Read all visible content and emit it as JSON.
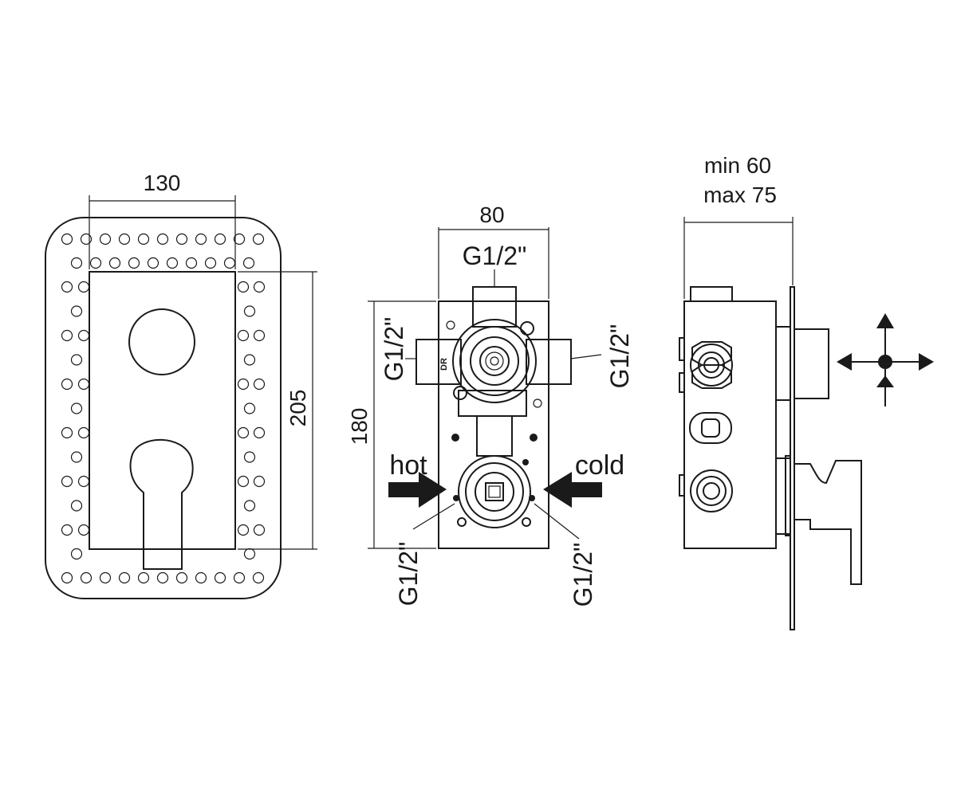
{
  "front_view": {
    "dim_width": "130",
    "dim_height": "205"
  },
  "box_view": {
    "dim_width": "80",
    "dim_height": "180",
    "top_inlet": "G1/2\"",
    "left_outlet": "G1/2\"",
    "right_outlet": "G1/2\"",
    "hot_label": "hot",
    "cold_label": "cold",
    "hot_inlet": "G1/2\"",
    "cold_inlet": "G1/2\"",
    "mark": "DR"
  },
  "side_view": {
    "depth_min": "min 60",
    "depth_max": "max 75"
  },
  "colors": {
    "line": "#1a1a1a",
    "background": "#ffffff"
  }
}
